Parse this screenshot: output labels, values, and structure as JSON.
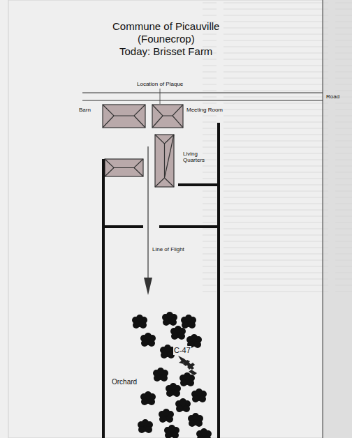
{
  "diagram": {
    "title": "Commune of Picauville",
    "labels": [
      "(Founecrop)",
      "Today: Brisset Farm",
      "Location of Plaque",
      "Road",
      "Barn",
      "Meeting Room",
      "Living Quarters",
      "Line of Flight",
      "C-47",
      "Orchard"
    ]
  }
}
